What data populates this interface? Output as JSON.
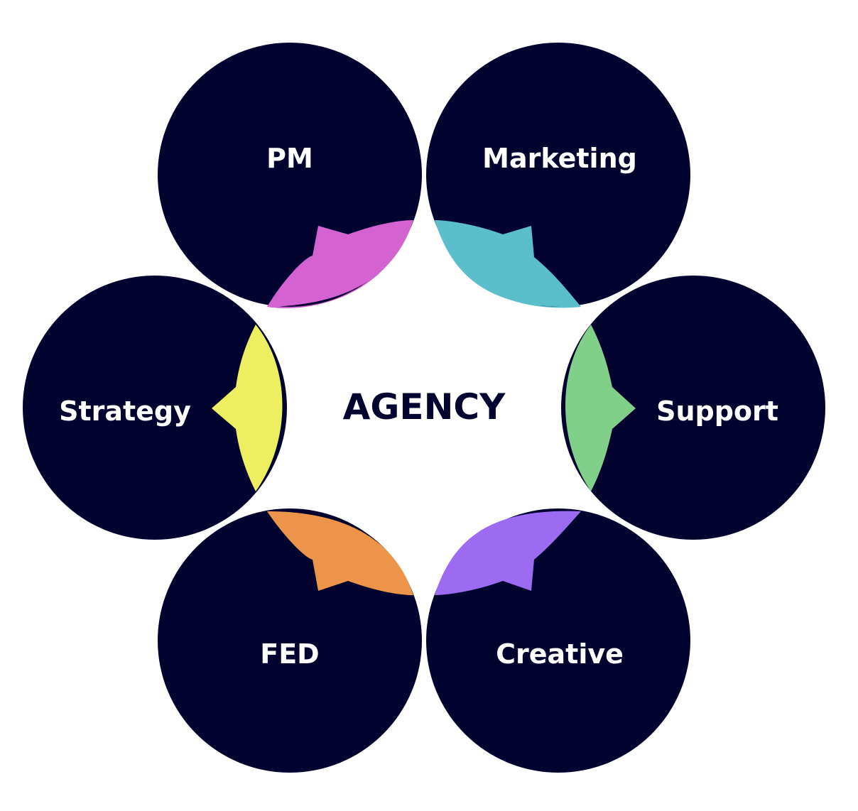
{
  "center": {
    "label": "AGENCY"
  },
  "colors": {
    "circle_fill": "#03032f",
    "label_text": "#ffffff",
    "center_text": "#03032f",
    "background": "#ffffff"
  },
  "nodes": [
    {
      "id": "pm",
      "label": "PM",
      "connector_color": "#d562d1",
      "arrow": "bottom-left"
    },
    {
      "id": "marketing",
      "label": "Marketing",
      "connector_color": "#5bbecb",
      "arrow": "bottom-right"
    },
    {
      "id": "support",
      "label": "Support",
      "connector_color": "#80d08a",
      "arrow": "right"
    },
    {
      "id": "creative",
      "label": "Creative",
      "connector_color": "#9d6bf2",
      "arrow": "top-right"
    },
    {
      "id": "fed",
      "label": "FED",
      "connector_color": "#ec954a",
      "arrow": "top-left"
    },
    {
      "id": "strategy",
      "label": "Strategy",
      "connector_color": "#edee60",
      "arrow": "left"
    }
  ]
}
